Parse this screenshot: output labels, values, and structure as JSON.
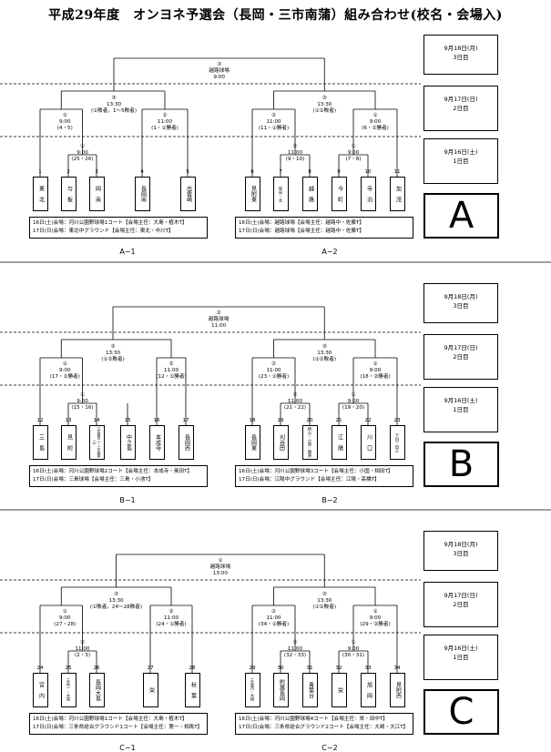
{
  "title": "平成29年度　オンヨネ予選会（長岡・三市南蒲）組み合わせ(校名・会場入)",
  "days": [
    "9月18日(月)\n3日目",
    "9月17日(日)\n2日目",
    "9月16日(土)\n1日目"
  ],
  "blocks": [
    {
      "letter": "A",
      "final": {
        "num": "③",
        "venue": "越路球場",
        "time": "9:00"
      },
      "sub": [
        {
          "label": "A−1",
          "semi": {
            "num": "③",
            "time": "13:30",
            "desc": "(①敗者，1〜5敗者)"
          },
          "left": {
            "num": "①",
            "time": "9:00",
            "desc": "(4・5)"
          },
          "right": {
            "num": "②",
            "time": "11:00",
            "desc": "(1・①勝者)"
          },
          "r1": [
            {
              "num": "①",
              "time": "9:00",
              "desc": "(25・26)"
            }
          ],
          "info": [
            "16日(土)会場：河川公園野球場1コート【会場主任：大島・植木T】",
            "17日(日)会場：東北中グラウンド【会場主任：東北・中川T】"
          ]
        },
        {
          "label": "A−2",
          "semi": {
            "num": "③",
            "time": "13:30",
            "desc": "(①②敗者)"
          },
          "left": {
            "num": "②",
            "time": "11:00",
            "desc": "(11・①勝者)"
          },
          "right": {
            "num": "①",
            "time": "9:00",
            "desc": "(6・②勝者)"
          },
          "r1": [
            {
              "num": "②",
              "time": "11:00",
              "desc": "(9・10)"
            },
            {
              "num": "①",
              "time": "9:00",
              "desc": "(7・8)"
            }
          ],
          "info": [
            "16日(土)会場：越路球場【会場主任：越路中・佐藤T】",
            "17日(日)会場：越路球場【会場主任：越路中・佐藤T】"
          ]
        }
      ],
      "teams": [
        {
          "n": "1",
          "t": "東　北"
        },
        {
          "n": "2",
          "t": "与　板"
        },
        {
          "n": "3",
          "t": "岡　南"
        },
        {
          "n": "4",
          "t": "長岡南"
        },
        {
          "n": "5",
          "t": "出雲崎"
        },
        {
          "n": "6",
          "t": "見附東"
        },
        {
          "n": "7",
          "t": "堤岡・北",
          "s": true
        },
        {
          "n": "8",
          "t": "越　路"
        },
        {
          "n": "9",
          "t": "今　町"
        },
        {
          "n": "10",
          "t": "寺　泊"
        },
        {
          "n": "11",
          "t": "加　茂"
        }
      ]
    },
    {
      "letter": "B",
      "final": {
        "num": "②",
        "venue": "越路球場",
        "time": "11:00"
      },
      "sub": [
        {
          "label": "B−1",
          "semi": {
            "num": "③",
            "time": "13:30",
            "desc": "(①②敗者)"
          },
          "left": {
            "num": "①",
            "time": "9:00",
            "desc": "(17・②勝者)"
          },
          "right": {
            "num": "②",
            "time": "11:00",
            "desc": "(12・①勝者)"
          },
          "r1": [
            {
              "num": "①",
              "time": "9:00",
              "desc": "(15・16)"
            },
            {
              "num": "②",
              "time": "11:00",
              "desc": "(13・14)"
            }
          ],
          "info": [
            "16日(土)会場：河川公園野球場2コート【会場主任：本成寺・奥田T】",
            "17日(日)会場：三島球場【会場主任：三島・小池T】"
          ]
        },
        {
          "label": "B−2",
          "semi": {
            "num": "③",
            "time": "13:30",
            "desc": "(①②敗者)"
          },
          "left": {
            "num": "②",
            "time": "11:00",
            "desc": "(23・①勝者)"
          },
          "right": {
            "num": "①",
            "time": "9:00",
            "desc": "(18・②勝者)"
          },
          "r1": [
            {
              "num": "②",
              "time": "11:00",
              "desc": "(21・22)"
            },
            {
              "num": "①",
              "time": "9:00",
              "desc": "(19・20)"
            }
          ],
          "info": [
            "16日(土)会場：河川公園野球場3コート【会場主任：小国・相田T】",
            "17日(日)会場：江陽中グラウンド【会場主任：江陽・高橋T】"
          ]
        }
      ],
      "teams": [
        {
          "n": "12",
          "t": "三　島"
        },
        {
          "n": "13",
          "t": "見　附"
        },
        {
          "n": "14",
          "t": "三条第二・三条第三",
          "s": true
        },
        {
          "n": "15",
          "t": "中之島"
        },
        {
          "n": "16",
          "t": "本成寺"
        },
        {
          "n": "17",
          "t": "長岡西"
        },
        {
          "n": "18",
          "t": "長岡東"
        },
        {
          "n": "19",
          "t": "刈谷田"
        },
        {
          "n": "20",
          "t": "栖吉・小国・関原",
          "s": true
        },
        {
          "n": "21",
          "t": "江　陽"
        },
        {
          "n": "22",
          "t": "川　口"
        },
        {
          "n": "23",
          "t": "下田・田上",
          "s": true
        }
      ]
    },
    {
      "letter": "C",
      "final": {
        "num": "①",
        "venue": "越路球場",
        "time": "13:00"
      },
      "sub": [
        {
          "label": "C−1",
          "semi": {
            "num": "③",
            "time": "13:30",
            "desc": "(①敗者，24〜28敗者)"
          },
          "left": {
            "num": "①",
            "time": "9:00",
            "desc": "(27・28)"
          },
          "right": {
            "num": "②",
            "time": "11:00",
            "desc": "(24・①勝者)"
          },
          "r1": [
            {
              "num": "②",
              "time": "11:00",
              "desc": "(2・3)"
            }
          ],
          "info": [
            "16日(土)会場：河川公園野球場1コート【会場主任：大島・植木T】",
            "17日(日)会場：三条県総合グラウンド1コート【会場主任：第一・相馬T】"
          ]
        },
        {
          "label": "C−2",
          "semi": {
            "num": "③",
            "time": "13:30",
            "desc": "(①②敗者)"
          },
          "left": {
            "num": "②",
            "time": "11:00",
            "desc": "(34・①勝者)"
          },
          "right": {
            "num": "①",
            "time": "9:00",
            "desc": "(29・②勝者)"
          },
          "r1": [
            {
              "num": "②",
              "time": "11:00",
              "desc": "(32・33)"
            },
            {
              "num": "①",
              "time": "9:00",
              "desc": "(30・31)"
            }
          ],
          "info": [
            "16日(土)会場：河川公園野球場4コート【会場主任：栄・田中T】",
            "17日(日)会場：三条県総合グラウンド2コート【会場主任：大崎・大江T】"
          ]
        }
      ],
      "teams": [
        {
          "n": "24",
          "t": "宮　内"
        },
        {
          "n": "25",
          "t": "三島一・大島",
          "s": true
        },
        {
          "n": "26",
          "t": "長岡大島"
        },
        {
          "n": "27",
          "t": "栄"
        },
        {
          "n": "28",
          "t": "秋　葉"
        },
        {
          "n": "29",
          "t": "三島西・大崎",
          "s": true
        },
        {
          "n": "30",
          "t": "附属長岡"
        },
        {
          "n": "31",
          "t": "青葉台"
        },
        {
          "n": "32",
          "t": "栄"
        },
        {
          "n": "33",
          "t": "旭　岡"
        },
        {
          "n": "34",
          "t": "見附西"
        }
      ]
    }
  ]
}
